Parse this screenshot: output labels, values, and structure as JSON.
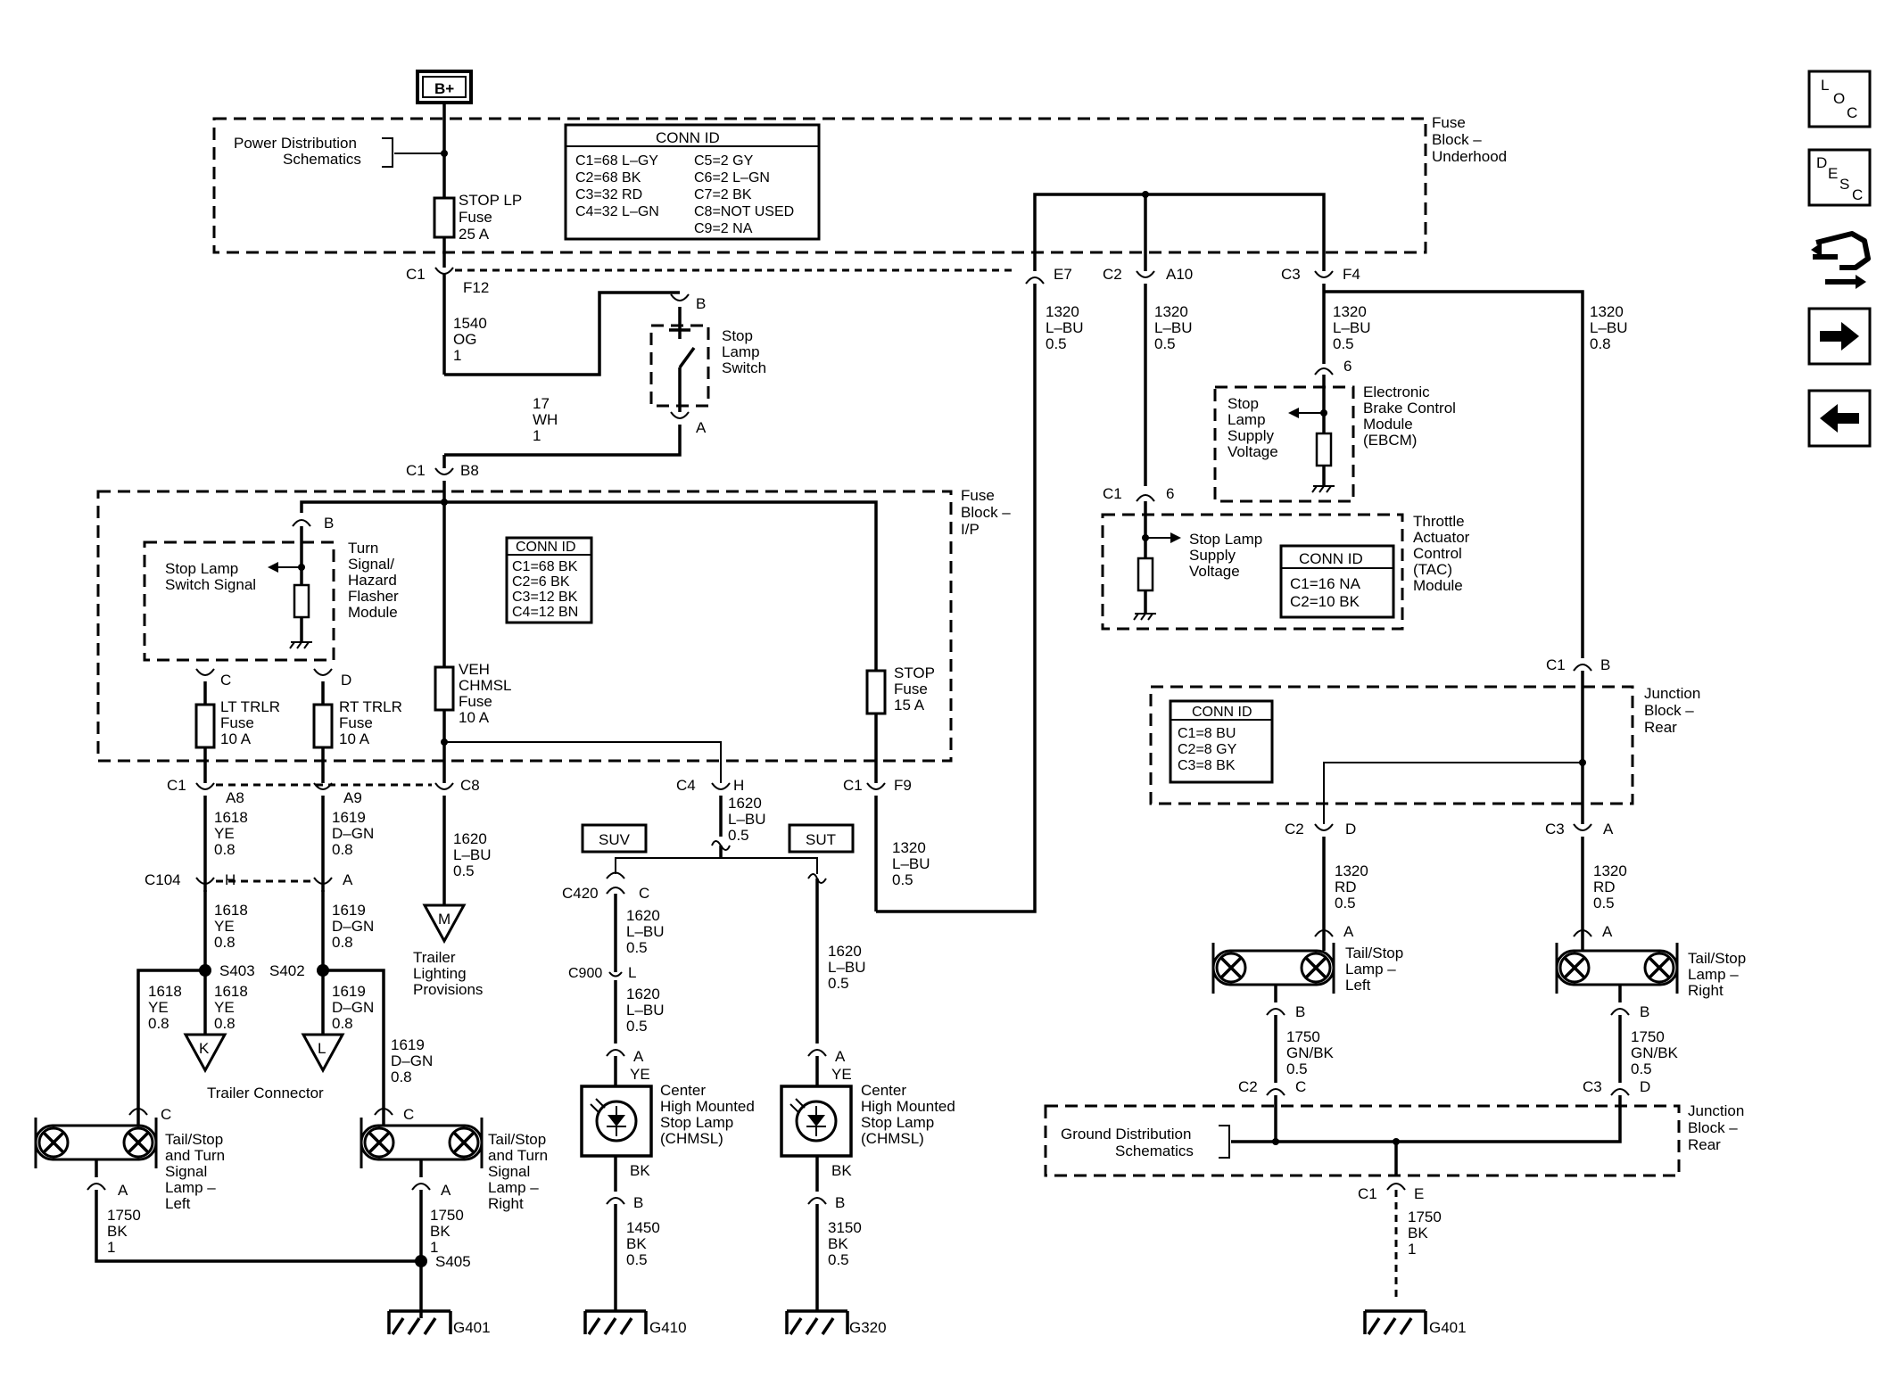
{
  "source": {
    "label": "B+"
  },
  "power_dist_ref": [
    "Power Distribution",
    "Schematics"
  ],
  "ground_dist_ref": [
    "Ground Distribution",
    "Schematics"
  ],
  "fuse_block_underhood": {
    "label": [
      "Fuse",
      "Block –",
      "Underhood"
    ],
    "conn_title": "CONN ID",
    "conn_rows": [
      "C1=68 L–GY",
      "C2=68 BK",
      "C3=32 RD",
      "C4=32 L–GN"
    ],
    "conn_rows_b": [
      "C5=2 GY",
      "C6=2 L–GN",
      "C7=2 BK",
      "C8=NOT USED",
      "C9=2 NA"
    ],
    "fuse": [
      "STOP LP",
      "Fuse",
      "25 A"
    ]
  },
  "fuse_block_ip": {
    "label": [
      "Fuse",
      "Block –",
      "I/P"
    ],
    "conn_title": "CONN ID",
    "conn_rows": [
      "C1=68 BK",
      "C2=6 BK",
      "C3=12 BK",
      "C4=12 BN"
    ],
    "fuse_veh": [
      "VEH",
      "CHMSL",
      "Fuse",
      "10 A"
    ],
    "fuse_stop": [
      "STOP",
      "Fuse",
      "15 A"
    ],
    "fuse_lt": [
      "LT TRLR",
      "Fuse",
      "10 A"
    ],
    "fuse_rt": [
      "RT TRLR",
      "Fuse",
      "10 A"
    ]
  },
  "flasher": {
    "label": [
      "Turn",
      "Signal/",
      "Hazard",
      "Flasher",
      "Module"
    ],
    "signal": [
      "Stop Lamp",
      "Switch Signal"
    ]
  },
  "stop_switch": {
    "label": [
      "Stop",
      "Lamp",
      "Switch"
    ]
  },
  "ebcm": {
    "label": [
      "Electronic",
      "Brake Control",
      "Module",
      "(EBCM)"
    ],
    "signal": [
      "Stop",
      "Lamp",
      "Supply",
      "Voltage"
    ]
  },
  "tac": {
    "label": [
      "Throttle",
      "Actuator",
      "Control",
      "(TAC)",
      "Module"
    ],
    "signal": [
      "Stop Lamp",
      "Supply",
      "Voltage"
    ],
    "conn_title": "CONN ID",
    "conn_rows": [
      "C1=16 NA",
      "C2=10 BK"
    ]
  },
  "junction_rear": {
    "label": [
      "Junction",
      "Block –",
      "Rear"
    ],
    "conn_title": "CONN ID",
    "conn_rows": [
      "C1=8 BU",
      "C2=8 GY",
      "C3=8 BK"
    ]
  },
  "junction_rear_b": {
    "label": [
      "Junction",
      "Block –",
      "Rear"
    ]
  },
  "variants": {
    "suv": "SUV",
    "sut": "SUT"
  },
  "trailer_connector": "Trailer Connector",
  "trailer_provisions": [
    "Trailer",
    "Lighting",
    "Provisions"
  ],
  "lamps": {
    "ts_left": [
      "Tail/Stop",
      "and Turn",
      "Signal",
      "Lamp –",
      "Left"
    ],
    "ts_right": [
      "Tail/Stop",
      "and Turn",
      "Signal",
      "Lamp –",
      "Right"
    ],
    "chmsl": [
      "Center",
      "High Mounted",
      "Stop Lamp",
      "(CHMSL)"
    ],
    "tail_left": [
      "Tail/Stop",
      "Lamp –",
      "Left"
    ],
    "tail_right": [
      "Tail/Stop",
      "Lamp –",
      "Right"
    ]
  },
  "wires": {
    "w1540": [
      "1540",
      "OG",
      "1"
    ],
    "w17": [
      "17",
      "WH",
      "1"
    ],
    "w1320_e7": [
      "1320",
      "L–BU",
      "0.5"
    ],
    "w1320_a10": [
      "1320",
      "L–BU",
      "0.5"
    ],
    "w1320_f4": [
      "1320",
      "L–BU",
      "0.5"
    ],
    "w1320_08": [
      "1320",
      "L–BU",
      "0.8"
    ],
    "w1320_f9": [
      "1320",
      "L–BU",
      "0.5"
    ],
    "w1618a": [
      "1618",
      "YE",
      "0.8"
    ],
    "w1618b": [
      "1618",
      "YE",
      "0.8"
    ],
    "w1618c": [
      "1618",
      "YE",
      "0.8"
    ],
    "w1618d": [
      "1618",
      "YE",
      "0.8"
    ],
    "w1619a": [
      "1619",
      "D–GN",
      "0.8"
    ],
    "w1619b": [
      "1619",
      "D–GN",
      "0.8"
    ],
    "w1619c": [
      "1619",
      "D–GN",
      "0.8"
    ],
    "w1619d": [
      "1619",
      "D–GN",
      "0.8"
    ],
    "w1620a": [
      "1620",
      "L–BU",
      "0.5"
    ],
    "w1620b": [
      "1620",
      "L–BU",
      "0.5"
    ],
    "w1620c": [
      "1620",
      "L–BU",
      "0.5"
    ],
    "w1620d": [
      "1620",
      "L–BU",
      "0.5"
    ],
    "w1620e": [
      "1620",
      "L–BU",
      "0.5"
    ],
    "w1320rd_l": [
      "1320",
      "RD",
      "0.5"
    ],
    "w1320rd_r": [
      "1320",
      "RD",
      "0.5"
    ],
    "w1750_l": [
      "1750",
      "BK",
      "1"
    ],
    "w1750_r": [
      "1750",
      "BK",
      "1"
    ],
    "w1750_gl": [
      "1750",
      "GN/BK",
      "0.5"
    ],
    "w1750_gr": [
      "1750",
      "GN/BK",
      "0.5"
    ],
    "w1750_e": [
      "1750",
      "BK",
      "1"
    ],
    "w1450": [
      "1450",
      "BK",
      "0.5"
    ],
    "w3150": [
      "3150",
      "BK",
      "0.5"
    ],
    "ye": "YE",
    "bk": "BK"
  },
  "pins": {
    "c1": "C1",
    "c2": "C2",
    "c3": "C3",
    "c4": "C4",
    "c8": "C8",
    "c104": "C104",
    "c420": "C420",
    "c900": "C900",
    "f12": "F12",
    "e7": "E7",
    "a10": "A10",
    "f4": "F4",
    "b8": "B8",
    "b": "B",
    "a": "A",
    "c": "C",
    "d": "D",
    "h": "H",
    "f9": "F9",
    "a8": "A8",
    "a9": "A9",
    "l": "L",
    "e": "E",
    "six": "6"
  },
  "splices": {
    "s403": "S403",
    "s402": "S402",
    "s405": "S405"
  },
  "grounds": {
    "g401a": "G401",
    "g410": "G410",
    "g320": "G320",
    "g401b": "G401"
  },
  "refs": {
    "k": "K",
    "l": "L",
    "m": "M"
  },
  "nav": {
    "loc": [
      "L",
      "O",
      "C"
    ],
    "desc": [
      "D",
      "E",
      "S",
      "C"
    ]
  }
}
